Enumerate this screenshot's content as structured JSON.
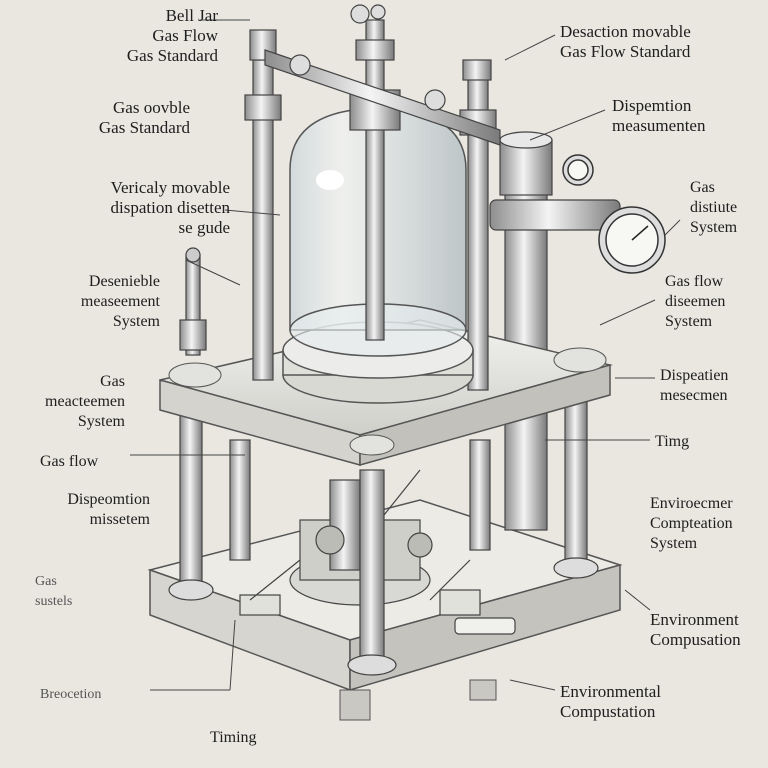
{
  "labels": {
    "l1": [
      "Bell Jar",
      "Gas Flow",
      "Gas Standard"
    ],
    "l2": [
      "Gas oovble",
      "Gas Standard"
    ],
    "l3": [
      "Vericaly movable",
      "dispation disetten",
      "se gude"
    ],
    "l4": [
      "Desenieble",
      "measeement",
      "System"
    ],
    "l5": [
      "Gas",
      "meacteemen",
      "System"
    ],
    "l6": [
      "Gas flow"
    ],
    "l7": [
      "Dispeomtion",
      "missetem"
    ],
    "l8": [
      "Gas",
      "sustels"
    ],
    "l9": [
      "Breocetion"
    ],
    "l10": [
      "Timing"
    ],
    "r1": [
      "Desaction movable",
      "Gas Flow Standard"
    ],
    "r2": [
      "Dispemtion",
      "measumenten"
    ],
    "r3": [
      "Gas",
      "distiute",
      "System"
    ],
    "r4": [
      "Gas flow",
      "diseemen",
      "System"
    ],
    "r5": [
      "Dispeatien",
      "mesecmen"
    ],
    "r6": [
      "Timg"
    ],
    "r7": [
      "Enviroecmer",
      "Compteation",
      "System"
    ],
    "r8": [
      "Environment",
      "Compusation"
    ],
    "r9": [
      "Environmental",
      "Compustation"
    ]
  }
}
